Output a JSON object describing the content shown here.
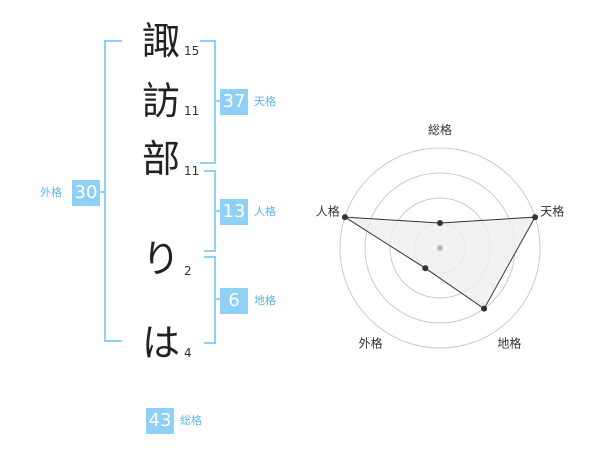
{
  "name": {
    "chars": [
      {
        "char": "諏",
        "strokes": "15"
      },
      {
        "char": "訪",
        "strokes": "11"
      },
      {
        "char": "部",
        "strokes": "11"
      },
      {
        "char": "り",
        "strokes": "2"
      },
      {
        "char": "は",
        "strokes": "4"
      }
    ]
  },
  "kakusu": {
    "tenkaku": {
      "value": "37",
      "label": "天格"
    },
    "jinkaku": {
      "value": "13",
      "label": "人格"
    },
    "chikaku": {
      "value": "6",
      "label": "地格"
    },
    "gaikaku": {
      "value": "30",
      "label": "外格"
    },
    "soukaku": {
      "value": "43",
      "label": "総格"
    }
  },
  "chart_data": {
    "type": "radar",
    "axes": [
      "総格",
      "天格",
      "地格",
      "外格",
      "人格"
    ],
    "rings": 4,
    "values": [
      0.25,
      1.0,
      0.75,
      0.25,
      1.0
    ],
    "colors": {
      "fill": "#eeeeee",
      "line": "#333333",
      "ring": "#cccccc",
      "point": "#333333",
      "center": "#bbbbbb"
    }
  }
}
